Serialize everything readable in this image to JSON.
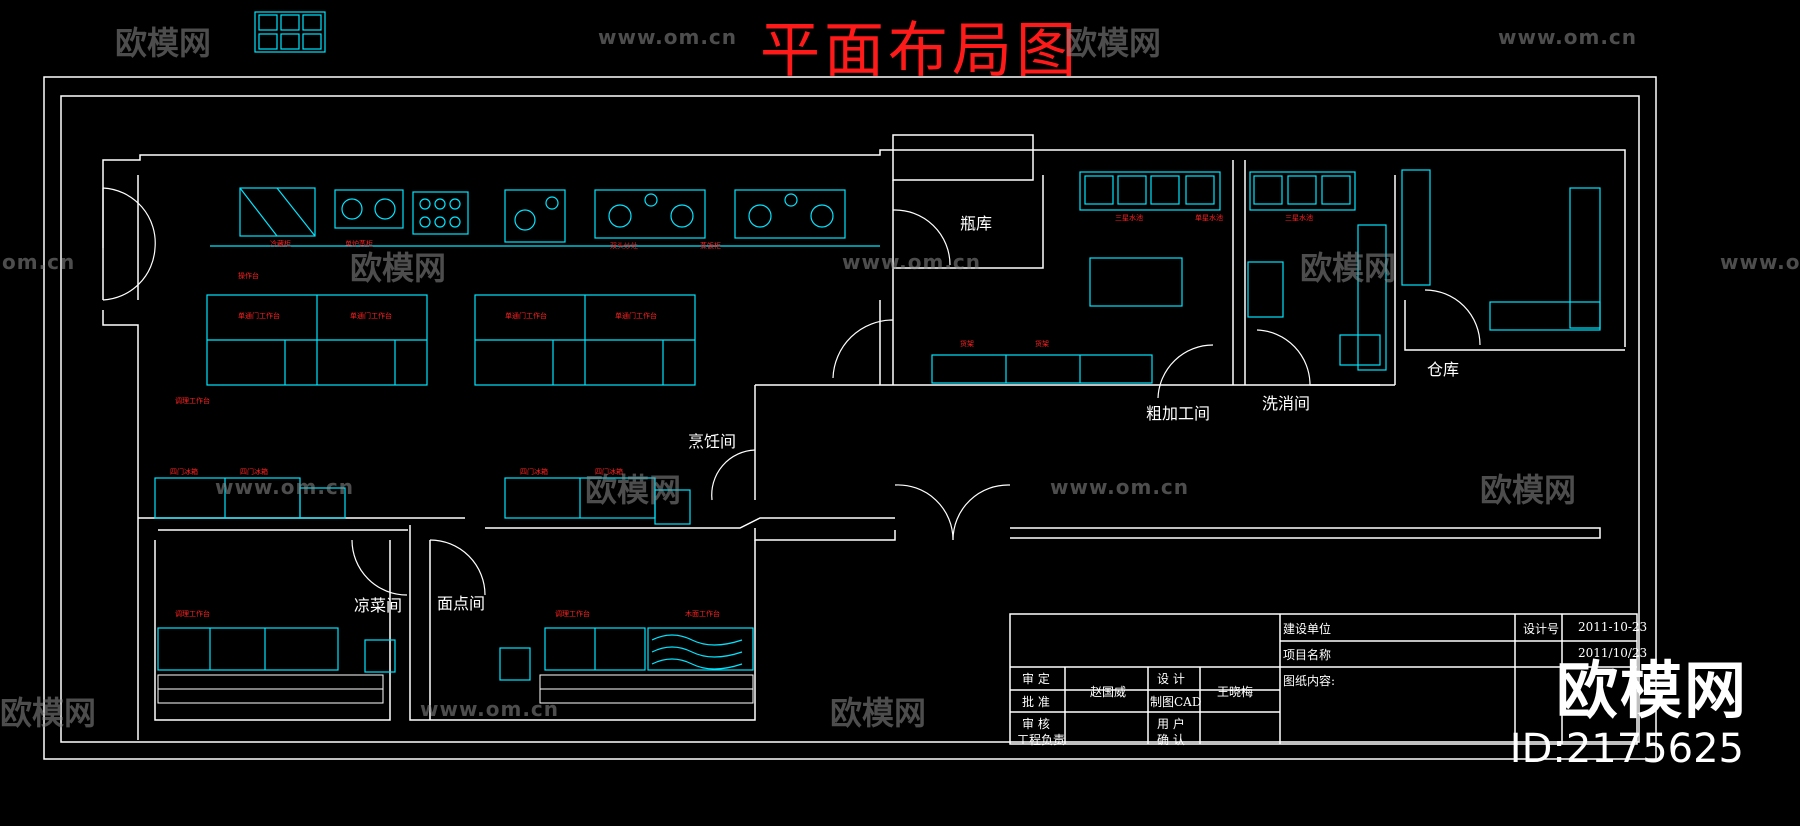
{
  "title": "平面布局图",
  "rooms": {
    "cooking": "烹饪间",
    "bottle_store": "瓶库",
    "rough_processing": "粗加工间",
    "washing": "洗消间",
    "warehouse": "仓库",
    "cold_dish": "凉菜间",
    "pastry": "面点间"
  },
  "title_block": {
    "construction_unit": "建设单位",
    "design_no": "设计号",
    "date": "2011-10-23",
    "project_name": "项目名称",
    "drawing_content": "图纸内容:",
    "approve": "审 定",
    "authorize": "批 准",
    "review": "审 核",
    "engineer": "工程负责",
    "name1": "赵国威",
    "design": "设 计",
    "draw": "制图CAD",
    "user": "用 户",
    "confirm": "确 认",
    "name2": "王晓梅",
    "partial_date": "2011/10/23"
  },
  "equipment_labels": {
    "l1": "冷藏柜",
    "l2": "单炉蒸柜",
    "l3": "双头炒灶",
    "l4": "蒸饭柜",
    "l5": "操作台",
    "l6": "单通门工作台",
    "l7": "单通门工作台",
    "l8": "单通门工作台",
    "l9": "单通门工作台",
    "l10": "四门冰箱",
    "l11": "四门冰箱",
    "l12": "四门冰箱",
    "l13": "四门冰箱",
    "l14": "三星水池",
    "l15": "单星水池",
    "l16": "三星水池",
    "l17": "货架",
    "l18": "货架",
    "l19": "调理工作台",
    "l20": "调理工作台",
    "l21": "调理工作台",
    "l22": "木面工作台"
  },
  "watermark": {
    "brand": "欧模网",
    "url": "www.om.cn",
    "partial_url": "om.cn"
  },
  "brand_logo": "欧模网",
  "brand_id": "ID:2175625",
  "colors": {
    "background": "#000000",
    "walls": "#ffffff",
    "equipment": "#00e5ff",
    "labels": "#ff2020",
    "title": "#ff1a1a"
  }
}
